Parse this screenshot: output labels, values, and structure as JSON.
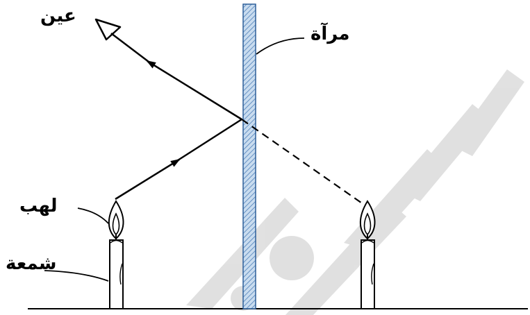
{
  "labels": {
    "eye": "عين",
    "mirror": "مرآة",
    "flame": "لهب",
    "candle": "شمعة"
  },
  "colors": {
    "mirror_fill": "#c9dcef",
    "mirror_hatch": "#4d7fb8",
    "ink": "#000000",
    "watermark": "#d4d4d4"
  }
}
